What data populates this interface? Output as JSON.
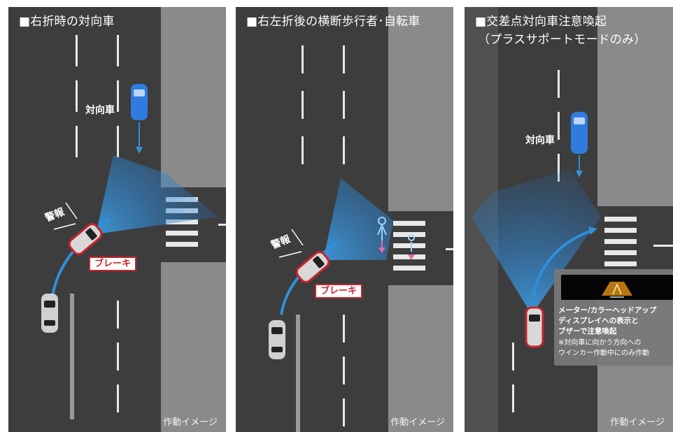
{
  "panels": [
    {
      "title": "■右折時の対向車",
      "oncoming_label": "対向車",
      "warning_label": "警報",
      "brake_label": "ブレーキ",
      "caption": "作動イメージ"
    },
    {
      "title": "■右左折後の横断歩行者･自転車",
      "warning_label": "警報",
      "brake_label": "ブレーキ",
      "caption": "作動イメージ"
    },
    {
      "title": "■交差点対向車注意喚起",
      "subtitle": "（プラスサポートモードのみ）",
      "oncoming_label": "対向車",
      "info_lines": [
        "メーター/カラーヘッドアップ",
        "ディスプレイへの表示と",
        "ブザーで注意喚起"
      ],
      "note_lines": [
        "※対向車に向かう方向への",
        "ウインカー作動中にのみ作動"
      ],
      "caption": "作動イメージ"
    }
  ],
  "colors": {
    "road": "#3d3d3d",
    "sidewalk": "#8a8a8a",
    "sensor": "#2f8fd8",
    "brake_red": "#c7242c",
    "oncoming_car": "#2f7be0"
  }
}
